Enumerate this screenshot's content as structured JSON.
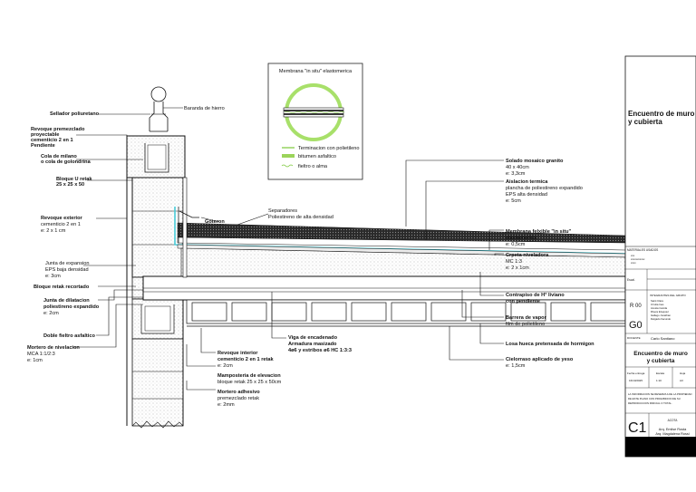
{
  "legend": {
    "title": "Membrana \"in situ\" elastomerica",
    "items": [
      "Terminacion con polietileno",
      "bitumen asfaltico",
      "fieltro o alma"
    ]
  },
  "labels_left": {
    "baranda": "Baranda de hierro",
    "sellador": "Sellador poliuretano",
    "revoque_premezclado": [
      "Revoque premezclado",
      "proyectable",
      "cementicio 2 en 1",
      "Pendiente"
    ],
    "cola_milano": [
      "Cola de milano",
      "o cola de golondrina"
    ],
    "bloque_u": [
      "Bloque U retak",
      "25 x 25 x 50"
    ],
    "revoque_exterior": [
      "Revoque exterior",
      "cementicio 2 en 1",
      "e: 2 x 1 cm"
    ],
    "junta_expansion": [
      "Junta de expansion",
      "EPS baja densidad",
      "e: 3cm"
    ],
    "bloque_recortado": "Bloque retak recortado",
    "junta_dilatacion": [
      "Junta de dilatacion",
      "poliestireno expandido",
      "e: 2cm"
    ],
    "doble_fieltro": "Doble fieltro asfaltico",
    "mortero_nivelacion": [
      "Mortero de nivelacion",
      "MCA 1:1/2:3",
      "e: 1cm"
    ]
  },
  "labels_center": {
    "separadores": [
      "Separadores",
      "Poliestireno de alta densidad"
    ],
    "goteron": "Goteron",
    "viga": [
      "Viga de encadenado",
      "Armadura      masizado",
      "4ø6 y estribos ø6  HC 1:3:3"
    ],
    "revoque_interior": [
      "Revoque interior",
      "cementicio 2 en 1 retak",
      "e: 2cm"
    ],
    "mamposteria": [
      "Mamposteria de elevacion",
      "bloque retak 25 x 25 x 50cm"
    ],
    "mortero_adhesivo": [
      "Mortero adhesivo",
      "premezclado retak",
      "e: 2mm"
    ]
  },
  "labels_right": {
    "solado": [
      "Solado mosaico granito",
      "40 x 40cm",
      "e: 3,3cm"
    ],
    "aislacion": [
      "Aislacion termica",
      "plancha de poliestireno expandido",
      "EPS alta densidad",
      "e: 5cm"
    ],
    "membrana": [
      "Membrana felxible \"in situ\"",
      "elastomerica",
      "e: 0,5cm"
    ],
    "carpeta": [
      "Crpeta niveladora",
      "MC 1:3",
      "e: 2 x 1cm"
    ],
    "contrapiso": [
      "Contrapiso de H° liviano",
      "con pendiente"
    ],
    "barrera": [
      "Barrera de vapor",
      "film de polietileno"
    ],
    "losa": "Losa hueca pretensada de hormigon",
    "cielorraso": [
      "Cielorraso aplicado de yeso",
      "e: 1,5cm"
    ]
  },
  "title_block": {
    "title": [
      "Encuentro de muro",
      "y cubierta"
    ],
    "materials": "MATERIALES USADOS",
    "materials_lines": [
      "xxx",
      "xxxxxxxxxxx",
      "xxxx"
    ],
    "esc_label": "Escal.",
    "rev1": "R 00",
    "grupo_header": "INTEGRANTES DEL GRUPO",
    "grupo_code": "G0",
    "grupo_names": [
      "Saint Clara",
      "Urrutia Ines",
      "Acosta Camila",
      "Rivera Ezequiel",
      "Gallego Jonathan",
      "Delgado Facundo"
    ],
    "docente_label": "DOCENTE",
    "docente": "Carlo Santiano",
    "sheet_title": [
      "Encuentro de muro",
      "y cubierta"
    ],
    "meta_labels": [
      "Fecha entrega",
      "Escala",
      "Hoja"
    ],
    "meta_values": [
      "16/10/2025",
      "1:10",
      "A3"
    ],
    "notice": [
      "LA INFORMACION SE RESERVA A DE LA PROPIEDAD",
      "DE ESTE PLANO CON PROHIBICION DE SU",
      "REPRODUCCION PARCIAL O TOTAL."
    ],
    "sheet_no": "C1",
    "sheet_no_label": "ACOTA",
    "authors": [
      "Arq. Emilse Rosta",
      "Arq. Magdalena Rossi"
    ]
  }
}
